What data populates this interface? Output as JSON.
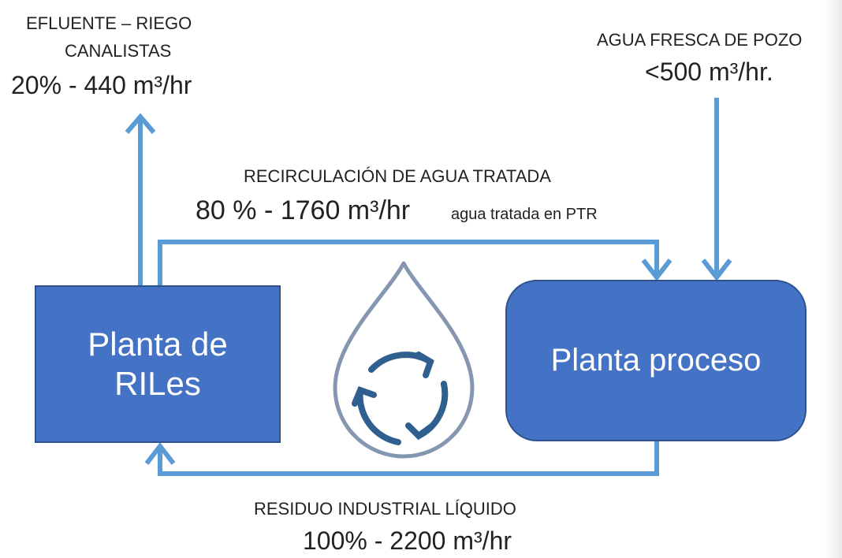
{
  "effluent": {
    "line1": "EFLUENTE – RIEGO",
    "line2": "CANALISTAS",
    "value": "20% - 440 m³/hr"
  },
  "fresh_water": {
    "label": "AGUA FRESCA DE POZO",
    "value": "<500 m³/hr."
  },
  "recirculation": {
    "label": "RECIRCULACIÓN DE AGUA TRATADA",
    "value": "80 % - 1760 m³/hr",
    "note": "agua tratada en PTR"
  },
  "residue": {
    "label": "RESIDUO INDUSTRIAL LÍQUIDO",
    "value": "100% - 2200 m³/hr"
  },
  "nodes": {
    "riles_line1": "Planta de",
    "riles_line2": "RILes",
    "proceso": "Planta proceso"
  },
  "colors": {
    "flow_arrow": "#5b9bd5",
    "box_fill": "#4472c4",
    "box_border": "#2f528f",
    "drop_outline": "#8496b0",
    "cycle_arrows": "#2e5f8f"
  },
  "icons": [
    "water-drop-icon",
    "recycle-cycle-icon"
  ]
}
